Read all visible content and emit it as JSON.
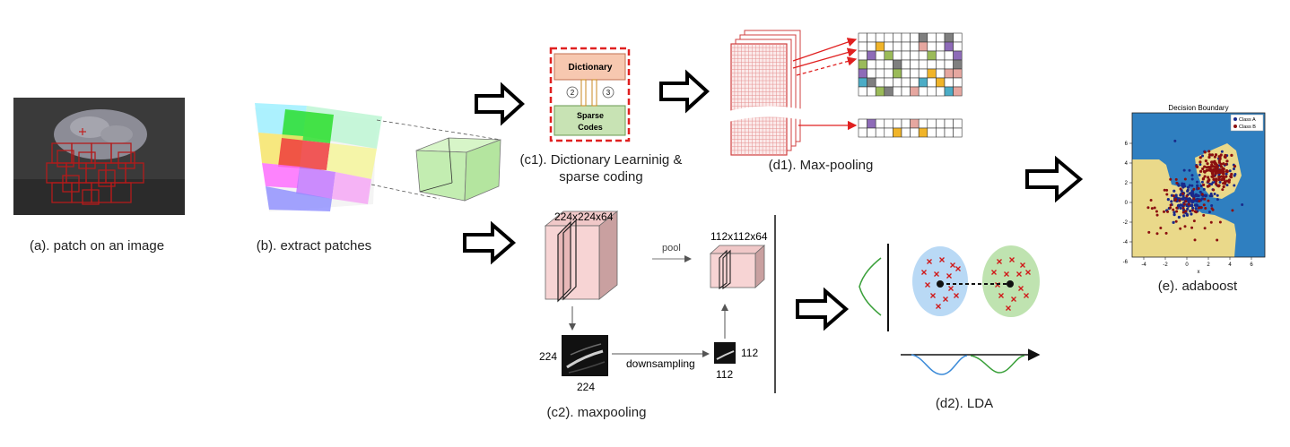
{
  "captions": {
    "a": "(a). patch on an image",
    "b": "(b). extract patches",
    "c1_line1": "(c1). Dictionary Learninig &",
    "c1_line2": "sparse coding",
    "d1": "(d1). Max-pooling",
    "c2": "(c2). maxpooling",
    "d2": "(d2). LDA",
    "e": "(e). adaboost"
  },
  "dictionary_box": {
    "dictionary": "Dictionary",
    "sparse_line1": "Sparse",
    "sparse_line2": "Codes",
    "step2": "2",
    "step3": "3"
  },
  "maxpool": {
    "input_dims": "224x224x64",
    "pool": "pool",
    "output_dims": "112x112x64",
    "in_side": "224",
    "in_bottom": "224",
    "downsampling": "downsampling",
    "out_side": "112",
    "out_bottom": "112"
  },
  "adaboost_plot": {
    "title": "Decision Boundary",
    "xlabel": "x",
    "legend_a": "Class A",
    "legend_b": "Class B",
    "yticks": [
      "6",
      "4",
      "2",
      "0",
      "-2",
      "-4",
      "-6"
    ],
    "xticks": [
      "-4",
      "-2",
      "0",
      "2",
      "4",
      "6"
    ]
  },
  "colors": {
    "grid_red": "#c0392b",
    "dict_fill": "#f7c8b0",
    "sparse_fill": "#c8e3b4",
    "plot_blue": "#2f7fc0",
    "plot_yellow": "#ead98a",
    "class_a": "#1a2a8a",
    "class_b": "#8b1010",
    "lda_blue": "#b9d9f5",
    "lda_green": "#bfe3b0"
  }
}
